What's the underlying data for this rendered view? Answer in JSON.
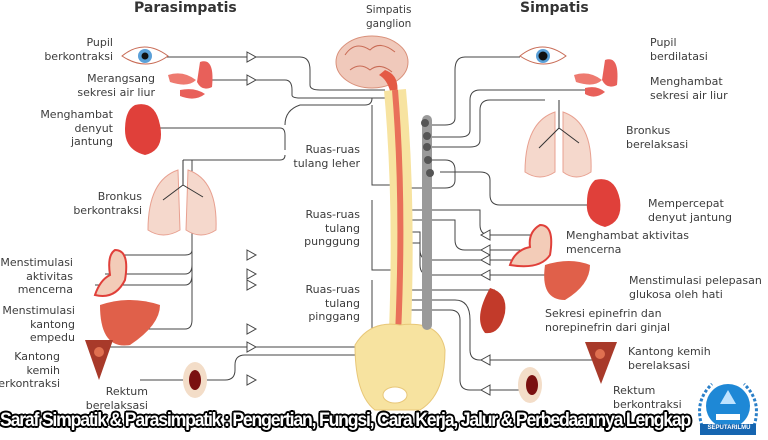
{
  "titles": {
    "left": "Parasimpatis",
    "right": "Simpatis",
    "ganglion": "Simpatis\nganglion"
  },
  "spine_labels": {
    "neck": "Ruas-ruas\ntulang leher",
    "back": "Ruas-ruas\ntulang\npunggung",
    "waist": "Ruas-ruas\ntulang\npinggang"
  },
  "parasympathetic": [
    {
      "organ": "eye",
      "label": "Pupil\nberkontraksi"
    },
    {
      "organ": "salivary-gland",
      "label": "Merangsang\nsekresi air liur"
    },
    {
      "organ": "heart",
      "label": "Menghambat\ndenyut\njantung"
    },
    {
      "organ": "lungs",
      "label": "Bronkus\nberkontraksi"
    },
    {
      "organ": "stomach",
      "label": "Menstimulasi\naktivitas\nmencerna"
    },
    {
      "organ": "liver",
      "label": "Menstimulasi\nkantong\nempedu"
    },
    {
      "organ": "bladder",
      "label": "Kantong\nkemih\nberkontraksi"
    },
    {
      "organ": "rectum",
      "label": "Rektum\nberelaksasi"
    }
  ],
  "sympathetic": [
    {
      "organ": "eye",
      "label": "Pupil\nberdilatasi"
    },
    {
      "organ": "salivary-gland",
      "label": "Menghambat\nsekresi air liur"
    },
    {
      "organ": "lungs",
      "label": "Bronkus\nberelaksasi"
    },
    {
      "organ": "heart",
      "label": "Mempercepat\ndenyut jantung"
    },
    {
      "organ": "stomach",
      "label": "Menghambat aktivitas\nmencerna"
    },
    {
      "organ": "liver",
      "label": "Menstimulasi pelepasan\nglukosa oleh hati"
    },
    {
      "organ": "kidney",
      "label": "Sekresi epinefrin dan\nnorepinefrin dari ginjal"
    },
    {
      "organ": "bladder",
      "label": "Kantong kemih\nberelaksasi"
    },
    {
      "organ": "rectum",
      "label": "Rektum\nberkontraksi"
    }
  ],
  "banner": "Saraf Simpatik & Parasimpatik : Pengertian, Fungsi, Cara Kerja, Jalur & Perbedaannya Lengkap",
  "logo": "SEPUTARILMU",
  "colors": {
    "organ": "#e0403a",
    "organ_light": "#f3a79a",
    "bone": "#f7e3a0",
    "cord": "#e9705a",
    "chain": "#9a9a9a",
    "line": "#444444"
  }
}
